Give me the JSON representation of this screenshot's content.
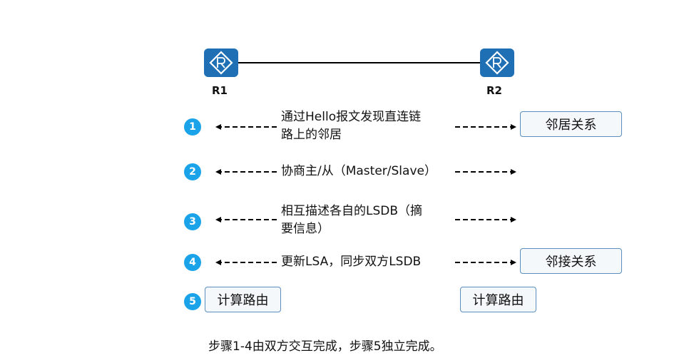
{
  "routers": {
    "left": {
      "label": "R1",
      "icon": "router-icon"
    },
    "right": {
      "label": "R2",
      "icon": "router-icon"
    }
  },
  "steps": [
    {
      "num": "1",
      "text_line1": "通过Hello报文发现直连链",
      "text_line2": "路上的邻居",
      "result": "邻居关系"
    },
    {
      "num": "2",
      "text_line1": "协商主/从（Master/Slave）"
    },
    {
      "num": "3",
      "text_line1": "相互描述各自的LSDB（摘",
      "text_line2": "要信息）"
    },
    {
      "num": "4",
      "text_line1": "更新LSA，同步双方LSDB",
      "result": "邻接关系"
    },
    {
      "num": "5",
      "left_box": "计算路由",
      "right_box": "计算路由"
    }
  ],
  "footnote": "步骤1-4由双方交互完成，步骤5独立完成。",
  "colors": {
    "router": "#1f6fb5",
    "step_badge": "#1aa3e8",
    "box_border": "#5a8fc0",
    "box_fill": "#f4f8fb"
  }
}
